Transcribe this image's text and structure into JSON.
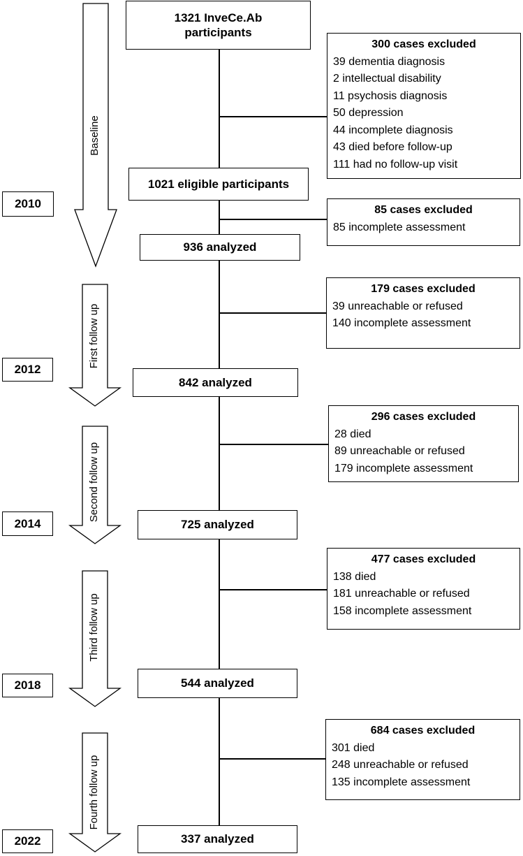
{
  "main_boxes": {
    "start": "1321 InveCe.Ab participants",
    "eligible": "1021 eligible participants",
    "analyzed_2010": "936 analyzed",
    "analyzed_2012": "842 analyzed",
    "analyzed_2014": "725 analyzed",
    "analyzed_2018": "544 analyzed",
    "analyzed_2022": "337 analyzed"
  },
  "years": [
    "2010",
    "2012",
    "2014",
    "2018",
    "2022"
  ],
  "phases": [
    "Baseline",
    "First follow up",
    "Second follow up",
    "Third follow up",
    "Fourth follow up"
  ],
  "exclusions": [
    {
      "title": "300 cases excluded",
      "items": [
        "39 dementia diagnosis",
        "2 intellectual disability",
        "11 psychosis diagnosis",
        "50 depression",
        "44 incomplete diagnosis",
        "43 died before follow-up",
        "111 had no follow-up visit"
      ]
    },
    {
      "title": "85 cases excluded",
      "items": [
        "85 incomplete assessment"
      ]
    },
    {
      "title": "179 cases excluded",
      "items": [
        "39 unreachable or refused",
        "140 incomplete assessment"
      ]
    },
    {
      "title": "296 cases excluded",
      "items": [
        "28 died",
        "89 unreachable or refused",
        "179 incomplete assessment"
      ]
    },
    {
      "title": "477 cases excluded",
      "items": [
        "138 died",
        "181 unreachable or refused",
        "158 incomplete assessment"
      ]
    },
    {
      "title": "684 cases excluded",
      "items": [
        "301 died",
        "248 unreachable or refused",
        "135 incomplete assessment"
      ]
    }
  ]
}
